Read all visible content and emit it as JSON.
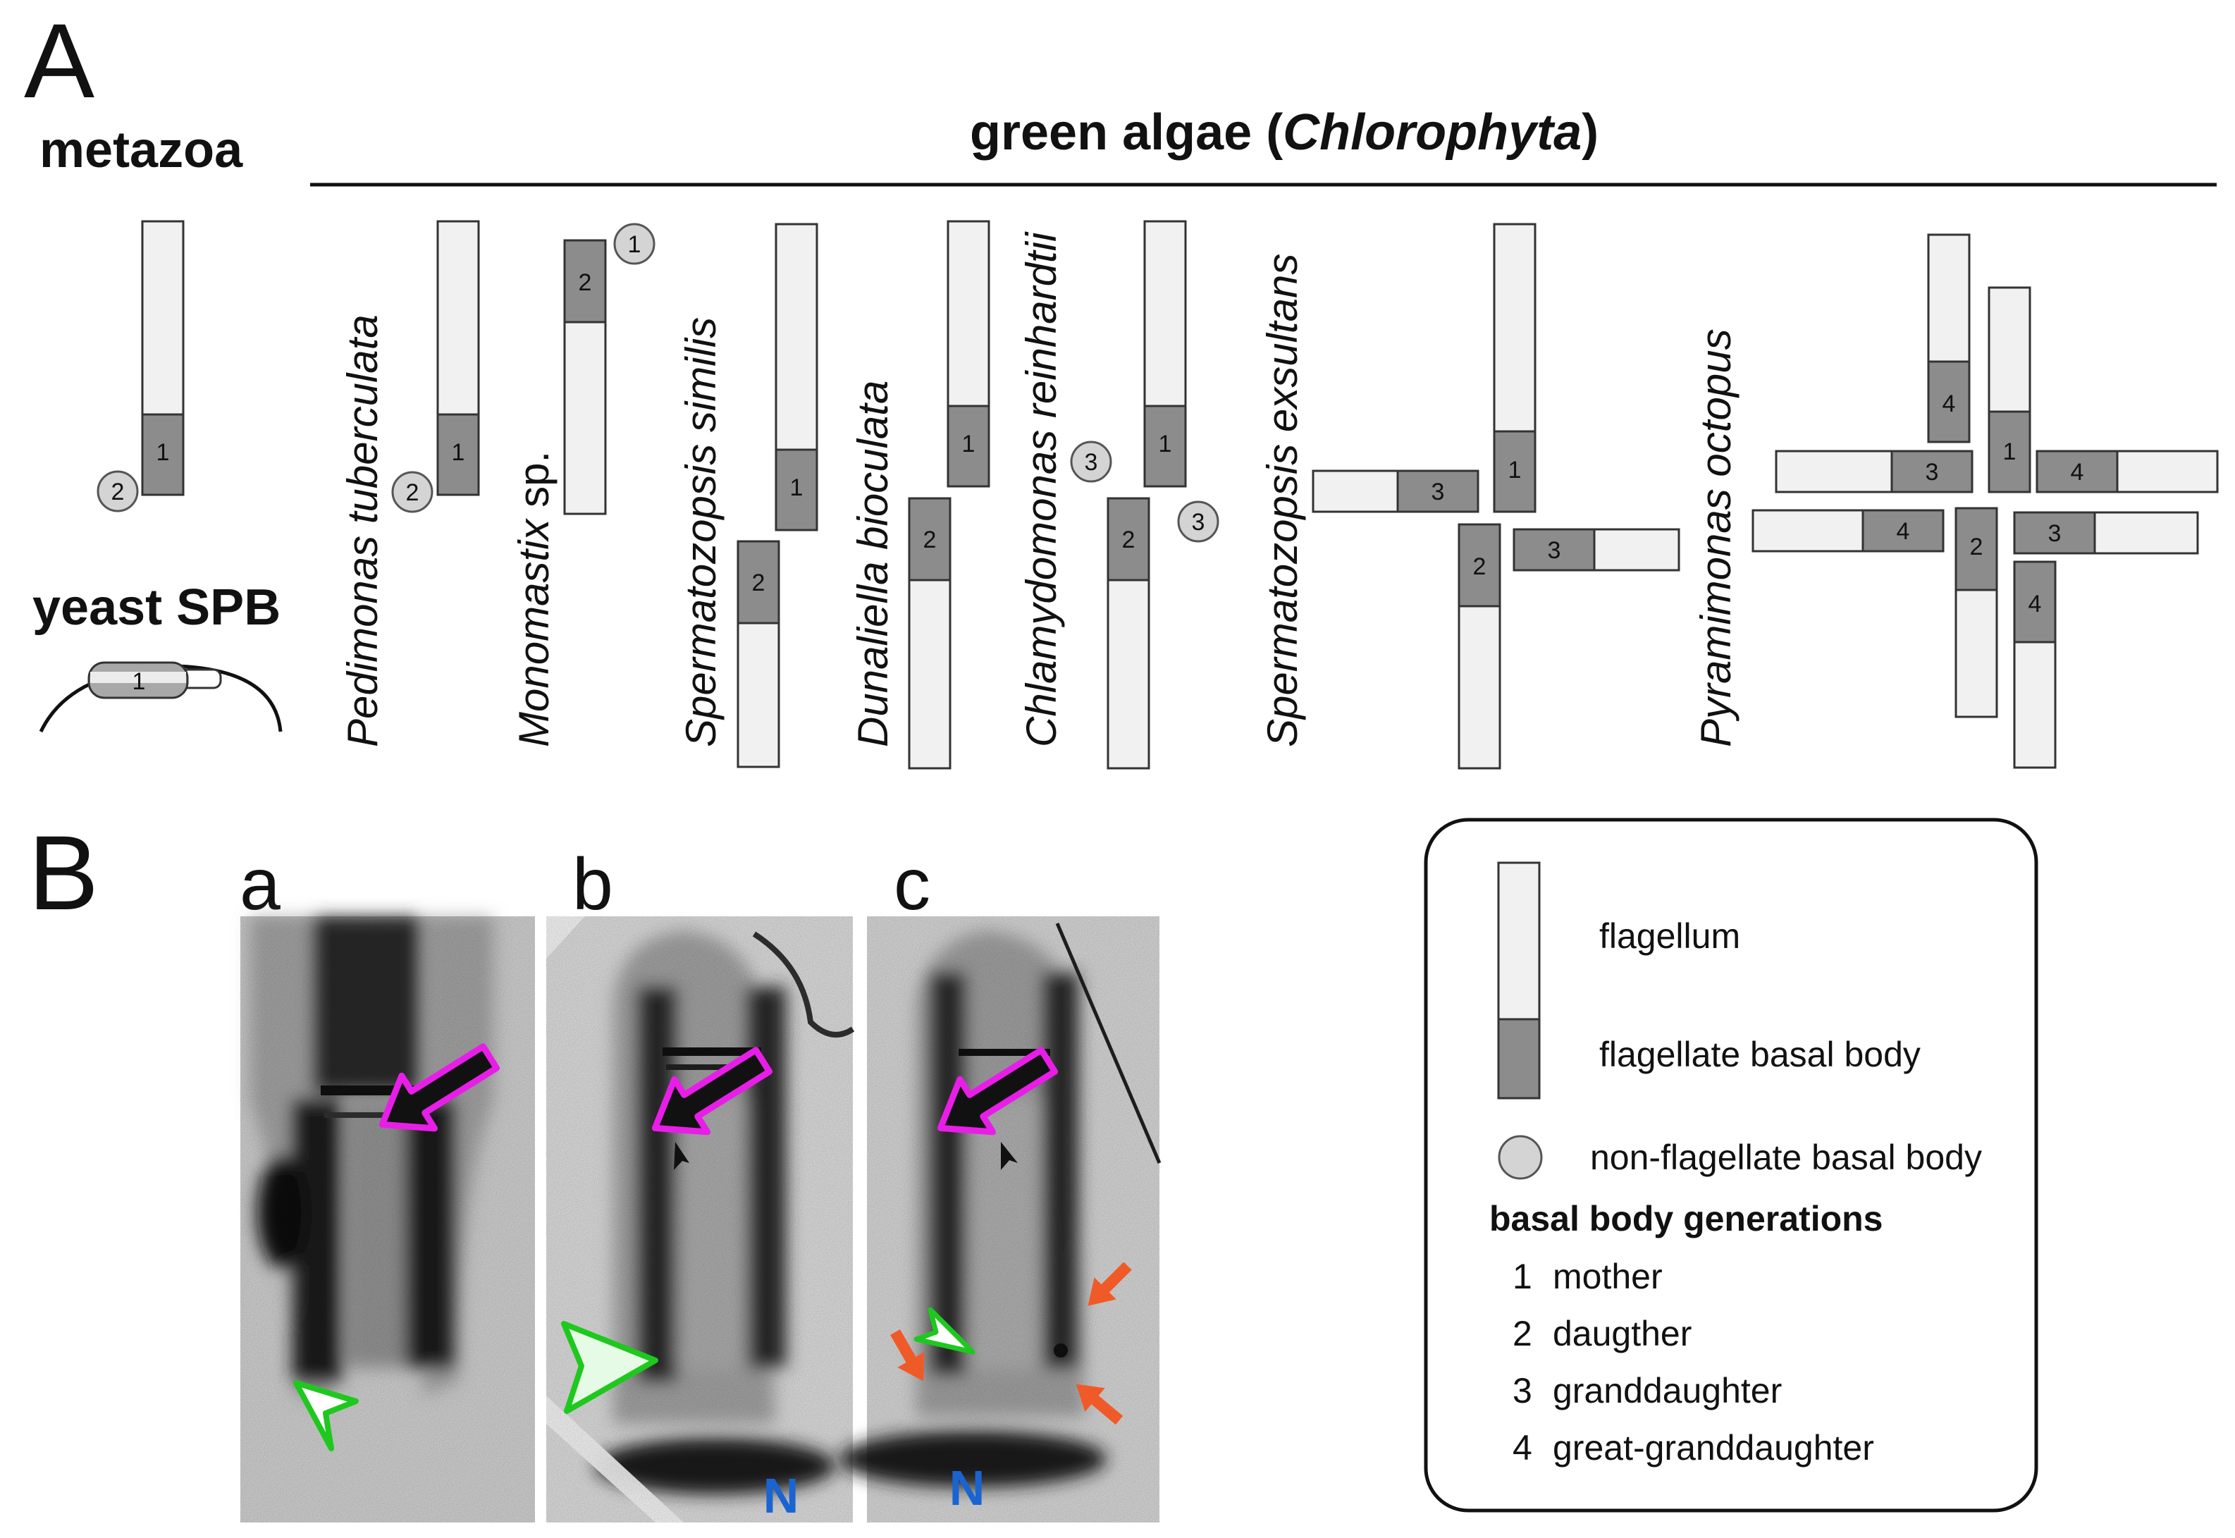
{
  "panel_a": {
    "letter": "A",
    "metazoa_label": "metazoa",
    "yeast_label": "yeast SPB",
    "algae_header": "green algae (",
    "algae_header_italic": "Chlorophyta",
    "algae_header_end": ")",
    "species": {
      "pedimonas": "Pedimonas tuberculata",
      "monomastix": "Monomastix",
      "monomastix_suffix": " sp.",
      "sperm_similis": "Spermatozopsis similis",
      "dunaliella": "Dunaliella bioculata",
      "chlamy": "Chlamydomonas reinhardtii",
      "sperm_exsultans": "Spermatozopsis exsultans",
      "pyramimonas": "Pyramimonas octopus"
    },
    "numbers": {
      "one": "1",
      "two": "2",
      "three": "3",
      "four": "4"
    }
  },
  "panel_b": {
    "letter": "B",
    "sub_a": "a",
    "sub_b": "b",
    "sub_c": "c",
    "nucleus_label": "N"
  },
  "legend": {
    "flagellum": "flagellum",
    "flagellate_bb": "flagellate basal body",
    "non_flagellate_bb": "non-flagellate basal body",
    "generations_title": "basal body generations",
    "generations": [
      {
        "num": "1",
        "label": "mother"
      },
      {
        "num": "2",
        "label": "daugther"
      },
      {
        "num": "3",
        "label": "granddaughter"
      },
      {
        "num": "4",
        "label": "great-granddaughter"
      }
    ]
  },
  "colors": {
    "flagellum_fill": "#f1f1f1",
    "basal_body_fill": "#8c8c8c",
    "non_flagellate_fill": "#d4d4d4",
    "magenta_arrow": "#e81ee8",
    "green_arrow": "#1ec81e",
    "orange_arrow": "#f05a28",
    "nucleus_label": "#1a64d2"
  }
}
